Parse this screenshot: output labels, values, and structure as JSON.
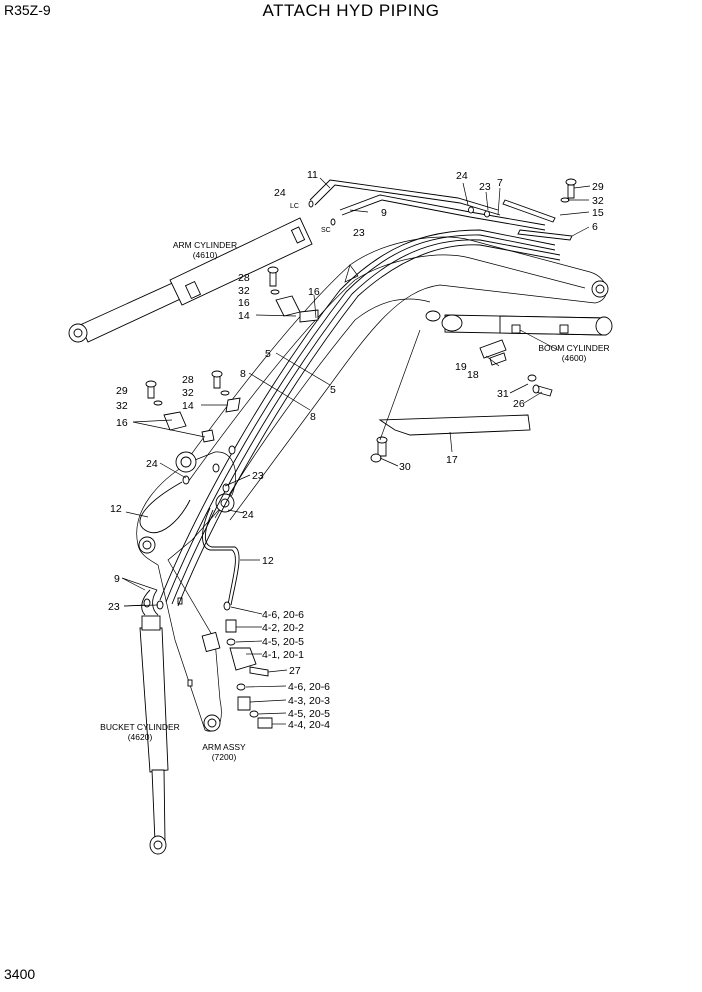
{
  "header": {
    "model": "R35Z-9",
    "title": "ATTACH HYD PIPING"
  },
  "footer": {
    "page": "3400"
  },
  "callouts": {
    "c11": "11",
    "c24a": "24",
    "lc": "LC",
    "sc": "SC",
    "c9a": "9",
    "c23a": "23",
    "c24b": "24",
    "c23b": "23",
    "c7": "7",
    "c29a": "29",
    "c32a": "32",
    "c15": "15",
    "c6": "6",
    "c28a": "28",
    "c32b": "32",
    "c16a": "16",
    "c16b": "16",
    "c14a": "14",
    "c5a": "5",
    "c8a": "8",
    "c5b": "5",
    "c8b": "8",
    "c28b": "28",
    "c32c": "32",
    "c14b": "14",
    "c29b": "29",
    "c32d": "32",
    "c16c": "16",
    "c24c": "24",
    "c23c": "23",
    "c24d": "24",
    "c12a": "12",
    "c12b": "12",
    "c9b": "9",
    "c23d": "23",
    "c19": "19",
    "c18": "18",
    "c31": "31",
    "c26": "26",
    "c30": "30",
    "c17": "17",
    "r1": "4-6, 20-6",
    "r2": "4-2, 20-2",
    "r3": "4-5, 20-5",
    "r4": "4-1, 20-1",
    "c27": "27",
    "r5": "4-6, 20-6",
    "r6": "4-3, 20-3",
    "r7": "4-5, 20-5",
    "r8": "4-4, 20-4"
  },
  "assemblies": {
    "arm_cylinder": {
      "name": "ARM CYLINDER",
      "code": "(4610)"
    },
    "boom_cylinder": {
      "name": "BOOM CYLINDER",
      "code": "(4600)"
    },
    "bucket_cylinder": {
      "name": "BUCKET CYLINDER",
      "code": "(4620)"
    },
    "arm_assy": {
      "name": "ARM ASSY",
      "code": "(7200)"
    }
  }
}
